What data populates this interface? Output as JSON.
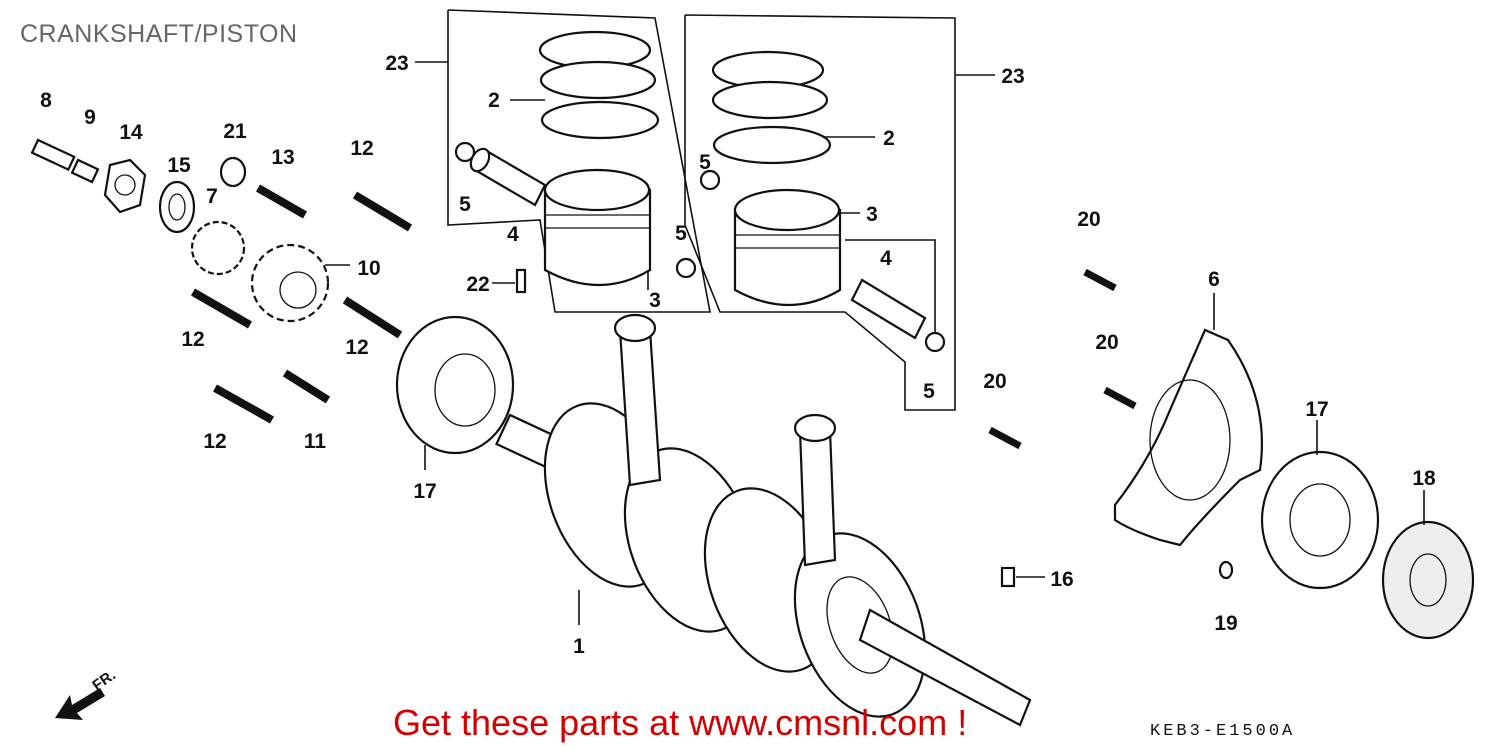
{
  "title": "CRANKSHAFT/PISTON",
  "promo_text": "Get these parts at www.cmsnl.com !",
  "diagram_code": "KEB3-E1500A",
  "front_indicator": "FR.",
  "callouts": [
    "23",
    "2",
    "5",
    "4",
    "22",
    "3",
    "5",
    "23",
    "2",
    "5",
    "3",
    "4",
    "5",
    "8",
    "9",
    "14",
    "15",
    "21",
    "13",
    "12",
    "7",
    "10",
    "12",
    "12",
    "12",
    "11",
    "17",
    "1",
    "20",
    "6",
    "20",
    "20",
    "17",
    "18",
    "16",
    "19"
  ],
  "colors": {
    "promo": "#d40000",
    "title": "#666666"
  }
}
